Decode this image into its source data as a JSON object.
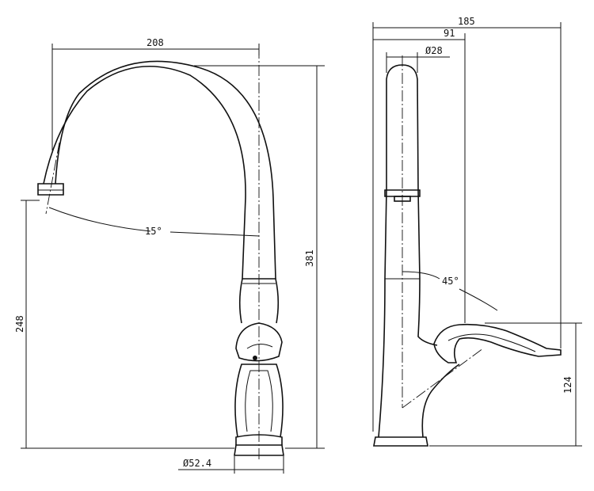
{
  "front_view": {
    "width_label": "208",
    "height_label": "381",
    "spout_height_label": "248",
    "angle_label": "15°",
    "base_diameter_label": "Ø52.4"
  },
  "side_view": {
    "overall_depth_label": "185",
    "spout_depth_label": "91",
    "spout_diameter_label": "Ø28",
    "handle_angle_label": "45°",
    "handle_height_label": "124"
  }
}
